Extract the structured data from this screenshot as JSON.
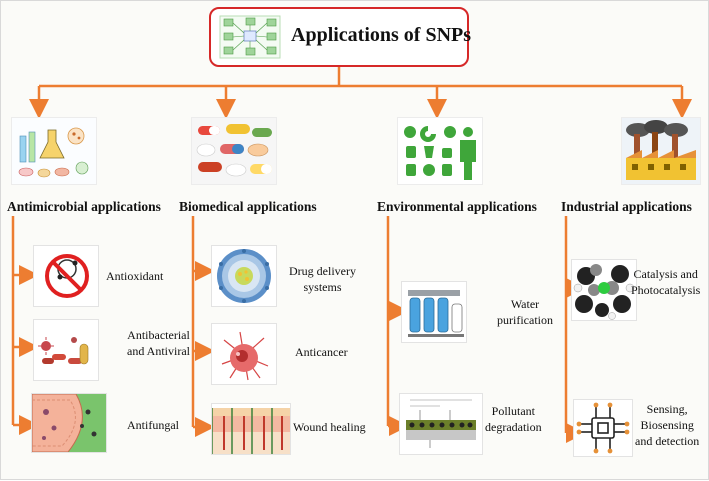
{
  "diagram": {
    "title": "Applications of SNPs",
    "colors": {
      "connector": "#ed7d31",
      "title_border": "#d62828",
      "text": "#111111"
    },
    "categories": [
      {
        "label": "Antimicrobial applications",
        "icon": "lab-microbes-icon",
        "items": [
          {
            "label": "Antioxidant",
            "icon": "no-radicals-icon"
          },
          {
            "label": "Antibacterial\nand Antiviral",
            "icon": "bacteria-virus-icon"
          },
          {
            "label": "Antifungal",
            "icon": "fungal-cell-icon"
          }
        ]
      },
      {
        "label": "Biomedical applications",
        "icon": "pills-icon",
        "items": [
          {
            "label": "Drug delivery\nsystems",
            "icon": "nanoparticle-carrier-icon"
          },
          {
            "label": "Anticancer",
            "icon": "cancer-cell-icon"
          },
          {
            "label": "Wound healing",
            "icon": "skin-layers-icon"
          }
        ]
      },
      {
        "label": "Environmental applications",
        "icon": "recycling-icon",
        "items": [
          {
            "label": "Water\npurification",
            "icon": "water-filter-icon"
          },
          {
            "label": "Pollutant\ndegradation",
            "icon": "photocatalyst-layer-icon"
          }
        ]
      },
      {
        "label": "Industrial applications",
        "icon": "factory-icon",
        "items": [
          {
            "label": "Catalysis  and\nPhotocatalysis",
            "icon": "molecule-icon"
          },
          {
            "label": "Sensing,\nBiosensing\nand detection",
            "icon": "chip-sensor-icon"
          }
        ]
      }
    ]
  }
}
